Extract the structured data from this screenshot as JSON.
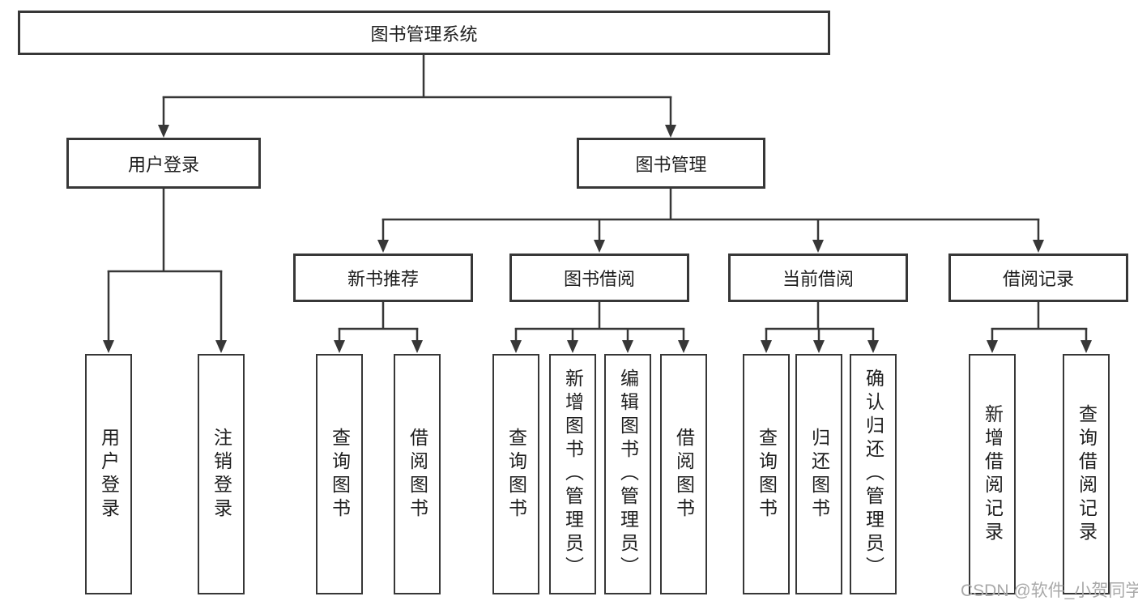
{
  "colors": {
    "background": "#ffffff",
    "line": "#373737",
    "box_border": "#373737",
    "text": "#1e1e1e",
    "watermark": "#a9a9a9"
  },
  "watermark": {
    "text": "CSDN @软件_小贺同学"
  },
  "tree": {
    "root": "图书管理系统",
    "children": [
      {
        "label": "用户登录",
        "children": [
          {
            "label": "用户登录"
          },
          {
            "label": "注销登录"
          }
        ]
      },
      {
        "label": "图书管理",
        "children": [
          {
            "label": "新书推荐",
            "children": [
              {
                "label": "查询图书"
              },
              {
                "label": "借阅图书"
              }
            ]
          },
          {
            "label": "图书借阅",
            "children": [
              {
                "label": "查询图书"
              },
              {
                "label": "新增图书（管理员）"
              },
              {
                "label": "编辑图书（管理员）"
              },
              {
                "label": "借阅图书"
              }
            ]
          },
          {
            "label": "当前借阅",
            "children": [
              {
                "label": "查询图书"
              },
              {
                "label": "归还图书"
              },
              {
                "label": "确认归还（管理员）"
              }
            ]
          },
          {
            "label": "借阅记录",
            "children": [
              {
                "label": "新增借阅记录"
              },
              {
                "label": "查询借阅记录"
              }
            ]
          }
        ]
      }
    ]
  }
}
